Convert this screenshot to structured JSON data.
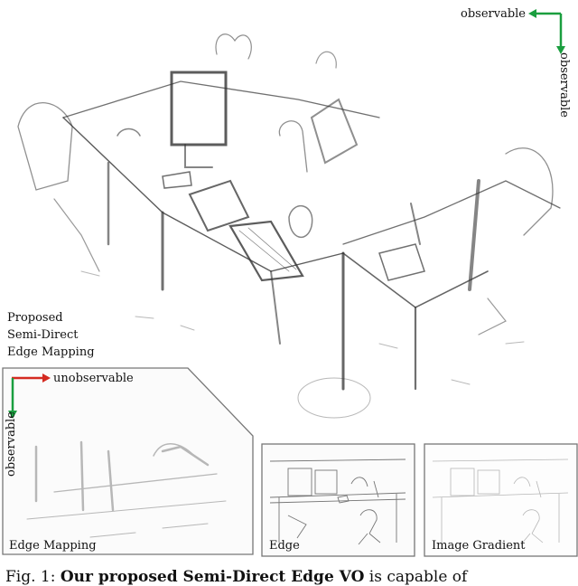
{
  "labels": {
    "axis_top": "observable",
    "axis_right": "observable",
    "axis_unobservable": "unobservable",
    "axis_left": "observable",
    "proposed_line1": "Proposed",
    "proposed_line2": "Semi-Direct",
    "proposed_line3": "Edge Mapping",
    "panel_edge_mapping": "Edge Mapping",
    "panel_edge": "Edge",
    "panel_image_gradient": "Image Gradient"
  },
  "caption": {
    "prefix": "Fig. 1: ",
    "bold": "Our proposed Semi-Direct Edge VO",
    "suffix": " is capable of"
  },
  "colors": {
    "arrow_green": "#1a9e3f",
    "arrow_red": "#d42a20",
    "panel_border": "#777777"
  }
}
